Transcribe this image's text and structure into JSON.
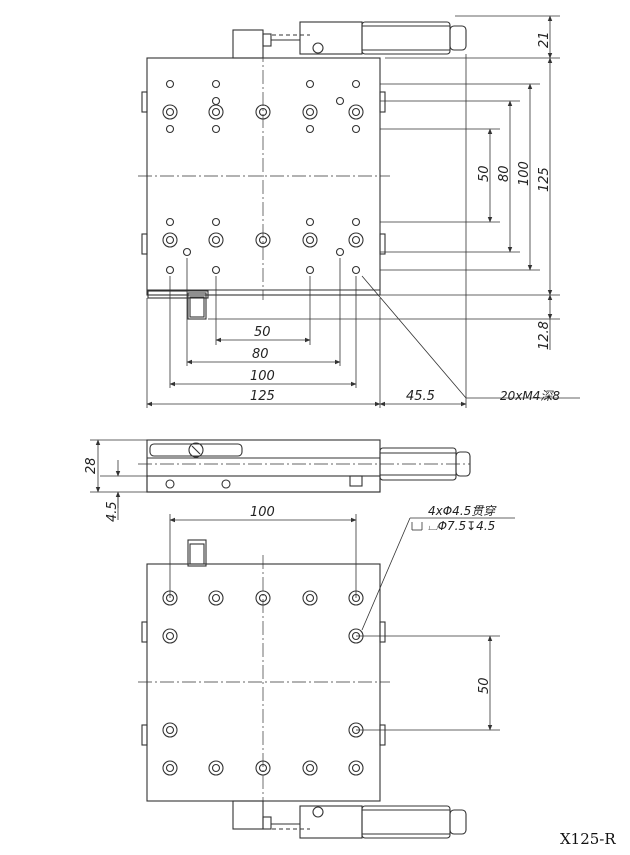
{
  "drawing": {
    "model_label": "X125-R",
    "top_view": {
      "dims_right": [
        "21",
        "125",
        "100",
        "80",
        "50",
        "12.8"
      ],
      "dims_bottom": [
        "50",
        "80",
        "100",
        "125",
        "45.5"
      ],
      "hole_note": "20xM4深8"
    },
    "side_view": {
      "dims_left": [
        "28",
        "4.5"
      ]
    },
    "bottom_view": {
      "dim_top": "100",
      "dim_right": "50",
      "hole_note_line1": "4xΦ4.5贯穿",
      "hole_note_line2": "⌴Φ7.5↧4.5"
    }
  }
}
